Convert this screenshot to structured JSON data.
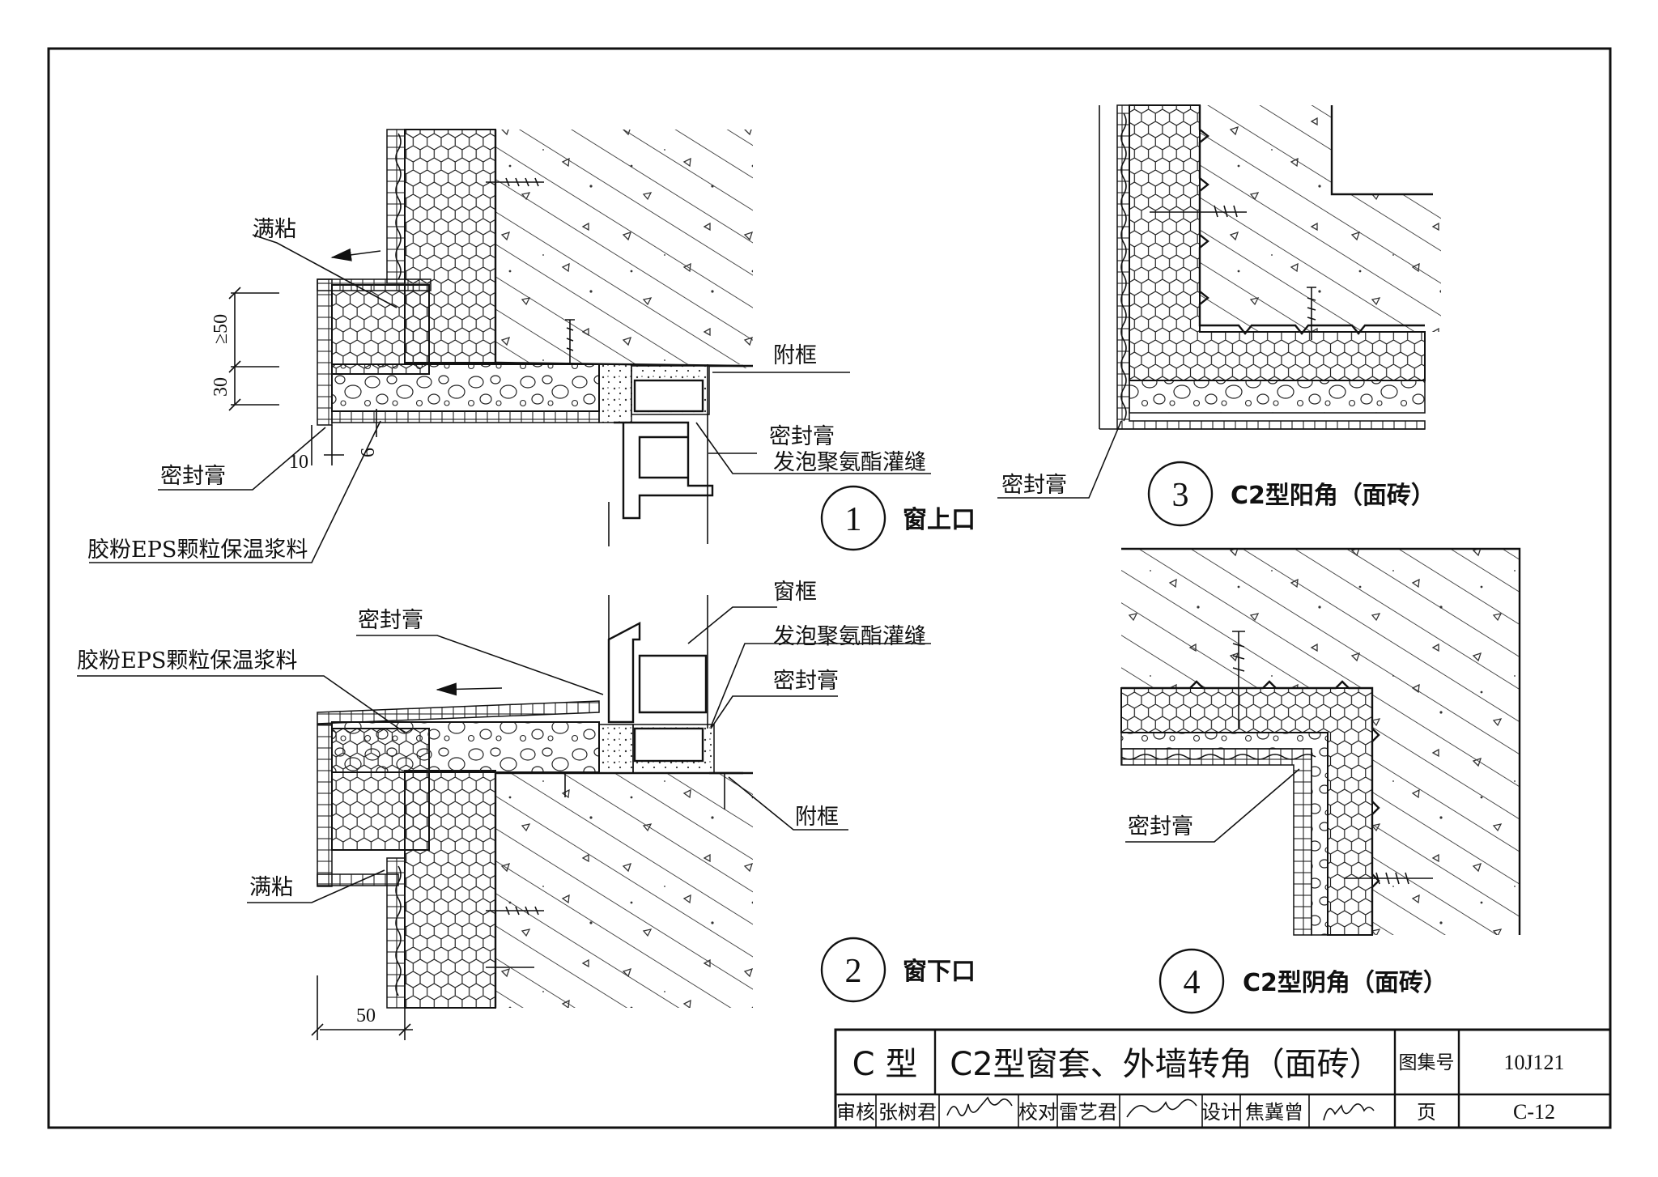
{
  "drawing_labels": {
    "full_adhesive_top": "满粘",
    "full_adhesive_bottom": "满粘",
    "sealant_1_left": "密封膏",
    "sealant_1_right": "密封膏",
    "sealant_2_top": "密封膏",
    "sealant_2_right": "密封膏",
    "sealant_3": "密封膏",
    "sealant_4": "密封膏",
    "eps_mortar_1": "胶粉EPS颗粒保温浆料",
    "eps_mortar_2": "胶粉EPS颗粒保温浆料",
    "sub_frame_1": "附框",
    "sub_frame_2": "附框",
    "window_frame": "窗框",
    "pu_foam_1": "发泡聚氨酯灌缝",
    "pu_foam_2": "发泡聚氨酯灌缝"
  },
  "dimensions": {
    "d_ge50": "≥50",
    "d_30": "30",
    "d_10": "10",
    "d_6": "6",
    "d_50": "50"
  },
  "details": [
    {
      "number": "1",
      "caption": "窗上口"
    },
    {
      "number": "2",
      "caption": "窗下口"
    },
    {
      "number": "3",
      "caption": "C2型阳角（面砖）"
    },
    {
      "number": "4",
      "caption": "C2型阴角（面砖）"
    }
  ],
  "title_block": {
    "type_label": "C 型",
    "title": "C2型窗套、外墙转角（面砖）",
    "atlas_label": "图集号",
    "atlas_no": "10J121",
    "review_label": "审核",
    "reviewer": "张树君",
    "check_label": "校对",
    "checker": "雷艺君",
    "design_label": "设计",
    "designer": "焦冀曾",
    "page_label": "页",
    "page_no": "C-12"
  }
}
